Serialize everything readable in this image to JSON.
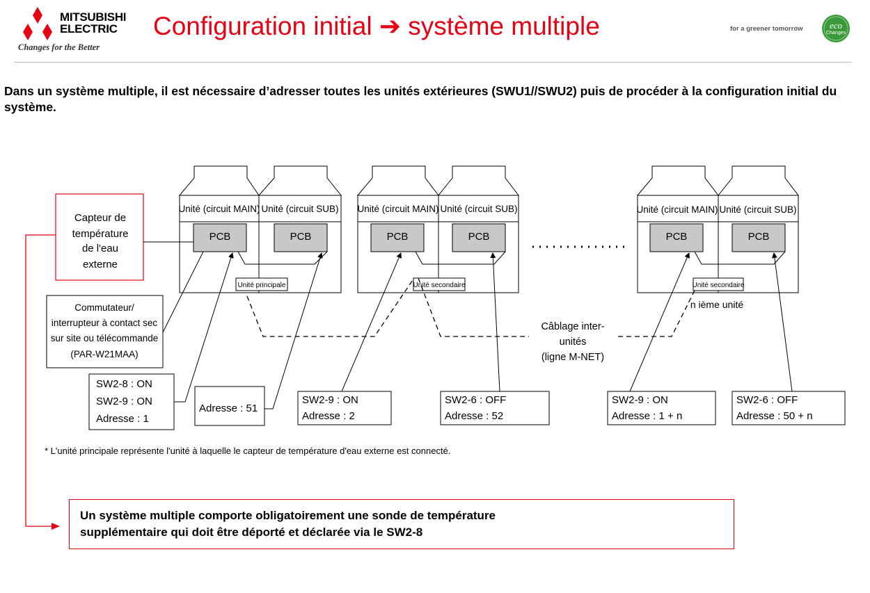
{
  "header": {
    "brand_line1": "MITSUBISHI",
    "brand_line2": "ELECTRIC",
    "tagline": "Changes for the Better",
    "title": "Configuration initial ➔ système multiple",
    "greener": "for a greener tomorrow",
    "eco_text": "eco",
    "eco_sub": "Changes"
  },
  "intro": "Dans un système multiple, il est nécessaire d’adresser toutes les unités extérieures (SWU1//SWU2) puis de procéder à la configuration initial du système.",
  "diagram": {
    "sensor_box": [
      "Capteur de",
      "température",
      "de l'eau",
      "externe"
    ],
    "switch_box": [
      "Commutateur/",
      "interrupteur à contact sec",
      "sur site ou télécommande",
      "(PAR-W21MAA)"
    ],
    "unit_main": "Unité (circuit MAIN)",
    "unit_sub": "Unité (circuit SUB)",
    "pcb": "PCB",
    "tag_principal": "Unité principale",
    "tag_secondaire": "Unité secondaire",
    "nth_unit": "n ième unité",
    "cabling": [
      "Câblage inter-",
      "unités",
      "(ligne M-NET)"
    ],
    "addr1": [
      "SW2-8 : ON",
      "SW2-9 : ON",
      "Adresse : 1"
    ],
    "addr51": [
      "Adresse : 51"
    ],
    "addr2": [
      "SW2-9 : ON",
      "Adresse : 2"
    ],
    "addr52": [
      "SW2-6 : OFF",
      "Adresse : 52"
    ],
    "addr1n": [
      "SW2-9 : ON",
      "Adresse : 1 + n"
    ],
    "addr50n": [
      "SW2-6 : OFF",
      "Adresse : 50 + n"
    ]
  },
  "footnote": "* L'unité principale représente l'unité à laquelle le capteur de température d'eau externe est connecté.",
  "callout": [
    "Un système multiple comporte obligatoirement une sonde de température",
    "supplémentaire qui doit être déporté et déclarée via le SW2-8"
  ],
  "colors": {
    "brand_red": "#e60012",
    "eco_green": "#3a9a3a",
    "pcb_gray": "#c8c8c8"
  }
}
